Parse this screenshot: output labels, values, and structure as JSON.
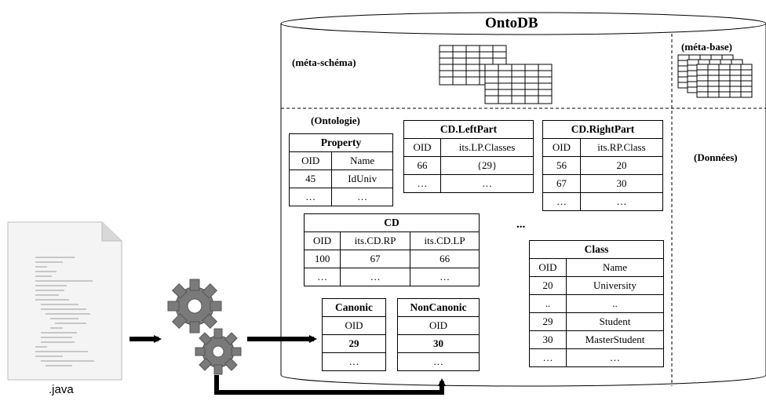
{
  "db": {
    "title": "OntoDB",
    "meta_schema_label": "(méta-schéma)",
    "meta_base_label": "(méta-base)",
    "ontology_label": "(Ontologie)",
    "data_label": "(Données)",
    "ellipsis": "..."
  },
  "java_file": {
    "label": ".java"
  },
  "tables": {
    "property": {
      "title": "Property",
      "headers": [
        "OID",
        "Name"
      ],
      "rows": [
        [
          "45",
          "IdUniv"
        ],
        [
          "…",
          "…"
        ]
      ]
    },
    "leftpart": {
      "title": "CD.LeftPart",
      "headers": [
        "OID",
        "its.LP.Classes"
      ],
      "rows": [
        [
          "66",
          "{29}"
        ],
        [
          "…",
          "…"
        ]
      ]
    },
    "rightpart": {
      "title": "CD.RightPart",
      "headers": [
        "OID",
        "its.RP.Class"
      ],
      "rows": [
        [
          "56",
          "20"
        ],
        [
          "67",
          "30"
        ],
        [
          "…",
          "…"
        ]
      ]
    },
    "cd": {
      "title": "CD",
      "headers": [
        "OID",
        "its.CD.RP",
        "its.CD.LP"
      ],
      "rows": [
        [
          "100",
          "67",
          "66"
        ],
        [
          "…",
          "…",
          "…"
        ]
      ]
    },
    "class": {
      "title": "Class",
      "headers": [
        "OID",
        "Name"
      ],
      "rows": [
        [
          "20",
          "University"
        ],
        [
          "..",
          ".."
        ],
        [
          "29",
          "Student"
        ],
        [
          "30",
          "MasterStudent"
        ],
        [
          "…",
          "…"
        ]
      ]
    },
    "canonic": {
      "title": "Canonic",
      "headers": [
        "OID"
      ],
      "rows": [
        [
          "29"
        ],
        [
          "…"
        ]
      ]
    },
    "noncanonic": {
      "title": "NonCanonic",
      "headers": [
        "OID"
      ],
      "rows": [
        [
          "30"
        ],
        [
          "…"
        ]
      ]
    }
  },
  "colors": {
    "gear_fill": "#7a7a7a",
    "page_fold": "#d8d8d8",
    "arrow": "#000000"
  }
}
